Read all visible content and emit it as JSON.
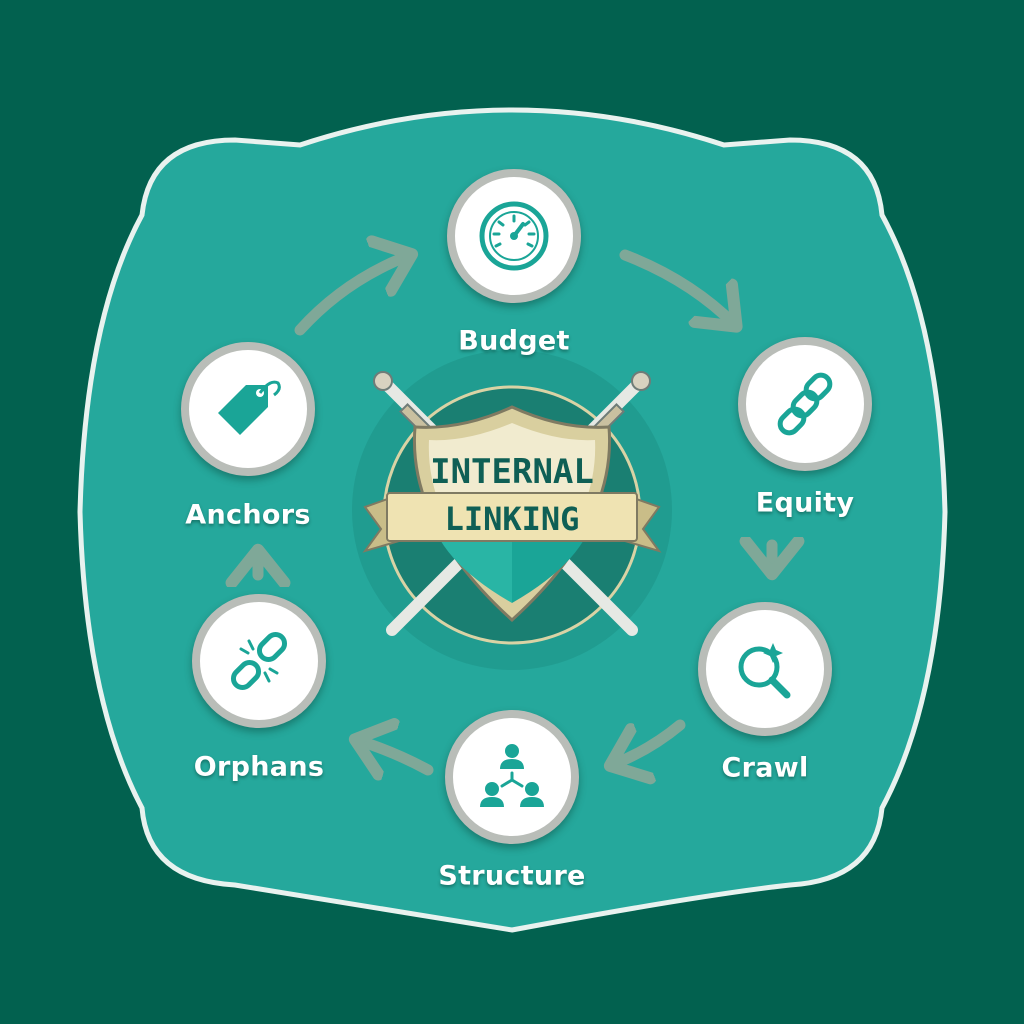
{
  "title_line1": "INTERNAL",
  "title_line2": "LINKING",
  "nodes": [
    {
      "label": "Budget",
      "icon": "gauge-icon"
    },
    {
      "label": "Equity",
      "icon": "chain-icon"
    },
    {
      "label": "Crawl",
      "icon": "magnifier-sparkle-icon"
    },
    {
      "label": "Structure",
      "icon": "hierarchy-people-icon"
    },
    {
      "label": "Orphans",
      "icon": "broken-link-icon"
    },
    {
      "label": "Anchors",
      "icon": "tag-icon"
    }
  ],
  "colors": {
    "background": "#02614f",
    "panel": "#25a89c",
    "panel_border": "#e8f2ef",
    "icon": "#1aa597",
    "node_ring": "#b9bdb8",
    "arrow": "#7fa898",
    "shield_text": "#0f5f55",
    "banner": "#efe3b2"
  }
}
